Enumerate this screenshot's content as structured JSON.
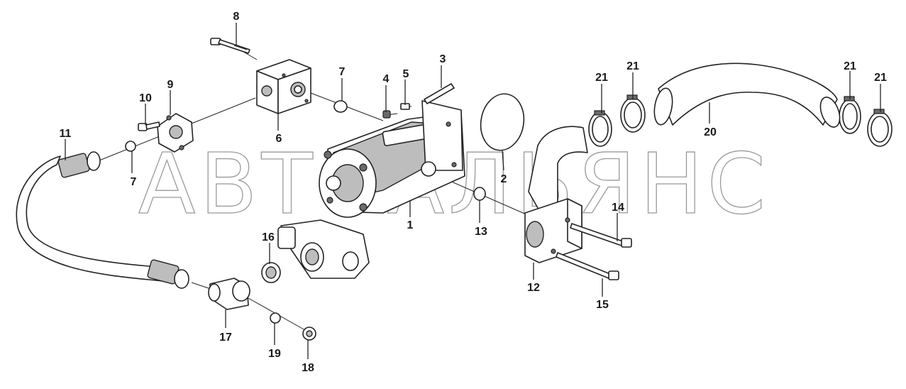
{
  "diagram": {
    "watermark": "АВТОАЛЬЯНС",
    "callouts": [
      {
        "id": "c1",
        "label": "1"
      },
      {
        "id": "c2",
        "label": "2"
      },
      {
        "id": "c3",
        "label": "3"
      },
      {
        "id": "c4",
        "label": "4"
      },
      {
        "id": "c5",
        "label": "5"
      },
      {
        "id": "c6",
        "label": "6"
      },
      {
        "id": "c7a",
        "label": "7"
      },
      {
        "id": "c7b",
        "label": "7"
      },
      {
        "id": "c8",
        "label": "8"
      },
      {
        "id": "c9",
        "label": "9"
      },
      {
        "id": "c10",
        "label": "10"
      },
      {
        "id": "c11",
        "label": "11"
      },
      {
        "id": "c12",
        "label": "12"
      },
      {
        "id": "c13",
        "label": "13"
      },
      {
        "id": "c14",
        "label": "14"
      },
      {
        "id": "c15",
        "label": "15"
      },
      {
        "id": "c16",
        "label": "16"
      },
      {
        "id": "c17",
        "label": "17"
      },
      {
        "id": "c18",
        "label": "18"
      },
      {
        "id": "c19",
        "label": "19"
      },
      {
        "id": "c20",
        "label": "20"
      },
      {
        "id": "c21a",
        "label": "21"
      },
      {
        "id": "c21b",
        "label": "21"
      },
      {
        "id": "c21c",
        "label": "21"
      },
      {
        "id": "c21d",
        "label": "21"
      }
    ]
  }
}
